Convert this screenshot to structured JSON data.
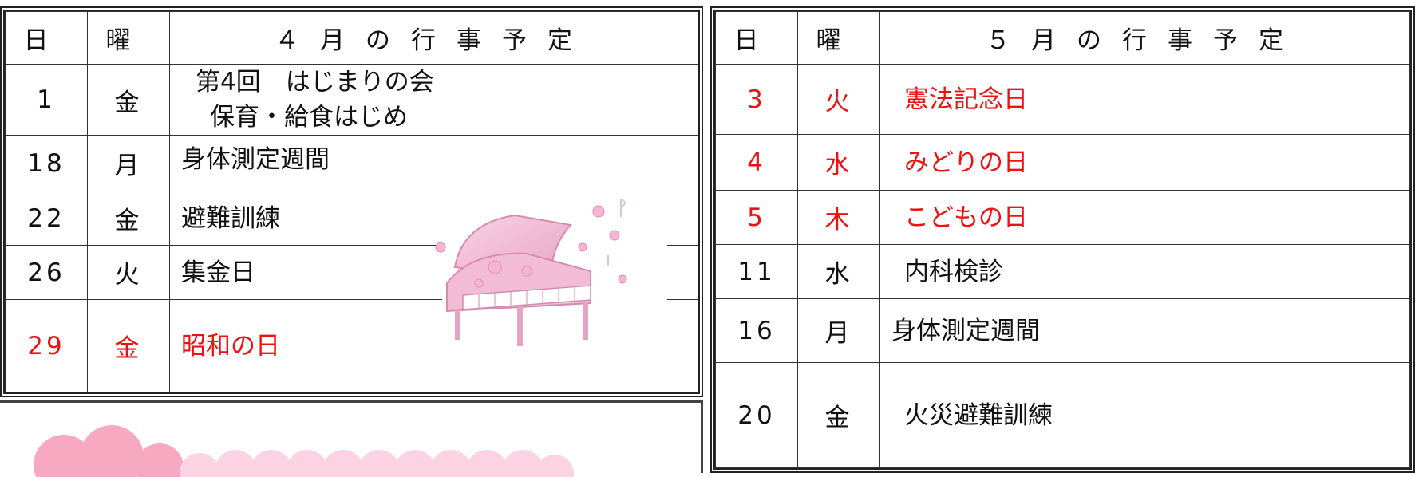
{
  "april": {
    "headers": [
      "日",
      "曜",
      "４月の行事予定"
    ],
    "rows": [
      {
        "date": "1",
        "day": "金",
        "events": [
          "第4回　はじまりの会",
          "保育・給食はじめ"
        ],
        "holiday": false
      },
      {
        "date": "18",
        "day": "月",
        "events": [
          "身体測定週間"
        ],
        "holiday": false
      },
      {
        "date": "22",
        "day": "金",
        "events": [
          "避難訓練"
        ],
        "holiday": false
      },
      {
        "date": "26",
        "day": "火",
        "events": [
          "集金日"
        ],
        "holiday": false
      },
      {
        "date": "29",
        "day": "金",
        "events": [
          "昭和の日"
        ],
        "holiday": true
      }
    ]
  },
  "may": {
    "headers": [
      "日",
      "曜",
      "５月の行事予定"
    ],
    "rows": [
      {
        "date": "3",
        "day": "火",
        "events": [
          "憲法記念日"
        ],
        "holiday": true
      },
      {
        "date": "4",
        "day": "水",
        "events": [
          "みどりの日"
        ],
        "holiday": true
      },
      {
        "date": "5",
        "day": "木",
        "events": [
          "こどもの日"
        ],
        "holiday": true
      },
      {
        "date": "11",
        "day": "水",
        "events": [
          "内科検診"
        ],
        "holiday": false
      },
      {
        "date": "16",
        "day": "月",
        "events": [
          "身体測定週間"
        ],
        "holiday": false
      },
      {
        "date": "20",
        "day": "金",
        "events": [
          "火災避難訓練"
        ],
        "holiday": false
      }
    ]
  },
  "colors": {
    "holiday": "#ee1111",
    "text": "#111111",
    "blossom": "#f4a8c8"
  },
  "illustration": {
    "icon": "piano-with-cherry-blossoms-icon"
  }
}
